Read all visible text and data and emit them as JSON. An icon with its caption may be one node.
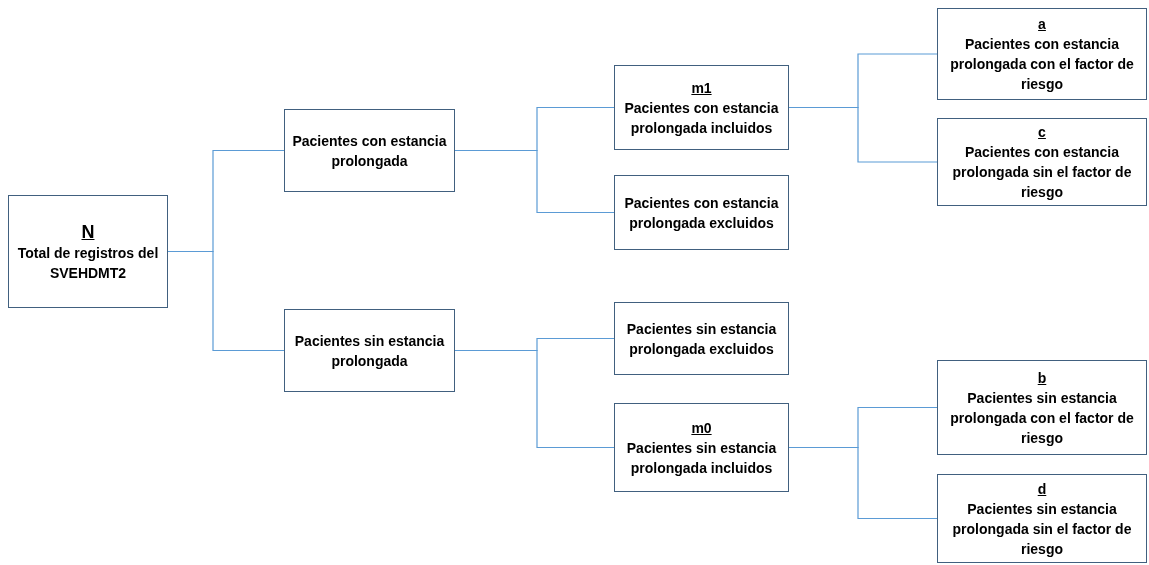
{
  "diagram": {
    "nodes": [
      {
        "text": [
          "N",
          "Total de registros del SVEHDMT2"
        ]
      },
      {
        "text": [
          "Pacientes con estancia prolongada"
        ]
      },
      {
        "text": [
          "Pacientes sin estancia prolongada"
        ]
      },
      {
        "text": [
          "m1",
          "Pacientes con estancia prolongada incluidos"
        ]
      },
      {
        "text": [
          "Pacientes con estancia prolongada excluidos"
        ]
      },
      {
        "text": [
          "Pacientes sin estancia prolongada excluidos"
        ]
      },
      {
        "text": [
          "m0",
          "Pacientes sin estancia prolongada incluidos"
        ]
      },
      {
        "text": [
          "a",
          "Pacientes con estancia prolongada con el factor de riesgo"
        ]
      },
      {
        "text": [
          "c",
          "Pacientes con estancia prolongada sin el factor de riesgo"
        ]
      },
      {
        "text": [
          "b",
          "Pacientes sin estancia prolongada con el factor de riesgo"
        ]
      },
      {
        "text": [
          "d",
          "Pacientes sin estancia prolongada sin el factor de riesgo"
        ]
      }
    ],
    "edges": [
      {
        "from": 0,
        "to": 1,
        "arrow": "none"
      },
      {
        "from": 0,
        "to": 2,
        "arrow": "none"
      },
      {
        "from": 1,
        "to": 3,
        "arrow": "none"
      },
      {
        "from": 1,
        "to": 4,
        "arrow": "none"
      },
      {
        "from": 2,
        "to": 5,
        "arrow": "none"
      },
      {
        "from": 2,
        "to": 6,
        "arrow": "none"
      },
      {
        "from": 3,
        "to": 7,
        "arrow": "none"
      },
      {
        "from": 3,
        "to": 8,
        "arrow": "none"
      },
      {
        "from": 6,
        "to": 9,
        "arrow": "none"
      },
      {
        "from": 6,
        "to": 10,
        "arrow": "none"
      }
    ]
  }
}
